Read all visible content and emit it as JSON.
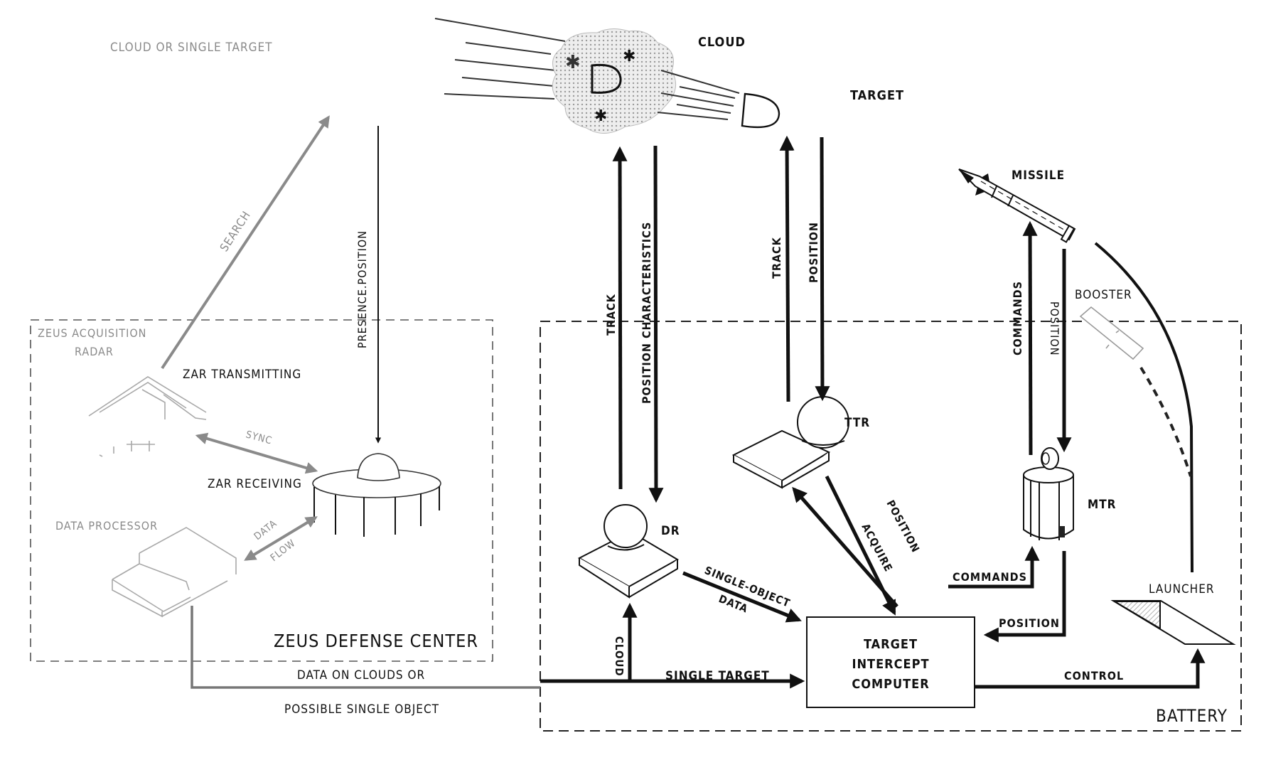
{
  "diagram": {
    "subject": "Zeus anti-ballistic missile system engagement sequence",
    "threat": {
      "cloud_or_single_target": "CLOUD OR SINGLE TARGET",
      "cloud": "CLOUD",
      "target": "TARGET"
    },
    "defense_center": {
      "title": "ZEUS DEFENSE CENTER",
      "acquisition_radar": "ZEUS ACQUISITION RADAR",
      "acquisition_radar_line1": "ZEUS ACQUISITION",
      "acquisition_radar_line2": "RADAR",
      "zar_transmitting": "ZAR TRANSMITTING",
      "zar_receiving": "ZAR RECEIVING",
      "data_processor": "DATA PROCESSOR",
      "sync": "SYNC",
      "data_flow_line1": "DATA",
      "data_flow_line2": "FLOW",
      "search": "SEARCH",
      "presence_position": "PRESENCE.POSITION"
    },
    "link": {
      "data_on_clouds_line1": "DATA ON CLOUDS OR",
      "data_on_clouds_line2": "POSSIBLE SINGLE OBJECT"
    },
    "battery": {
      "title": "BATTERY",
      "dr": "DR",
      "ttr": "TTR",
      "mtr": "MTR",
      "missile": "MISSILE",
      "booster": "BOOSTER",
      "launcher": "LAUNCHER",
      "tic_line1": "TARGET",
      "tic_line2": "INTERCEPT",
      "tic_line3": "COMPUTER",
      "dr_track": "TRACK",
      "dr_position_characteristics": "POSITION CHARACTERISTICS",
      "ttr_track": "TRACK",
      "ttr_position": "POSITION",
      "mtr_commands": "COMMANDS",
      "mtr_position": "POSITION",
      "cloud": "CLOUD",
      "single_target": "SINGLE TARGET",
      "single_object_data_line1": "SINGLE-OBJECT",
      "single_object_data_line2": "DATA",
      "acquire": "ACQUIRE",
      "ttr_to_tic_position": "POSITION",
      "tic_commands": "COMMANDS",
      "tic_position": "POSITION",
      "control": "CONTROL"
    }
  }
}
